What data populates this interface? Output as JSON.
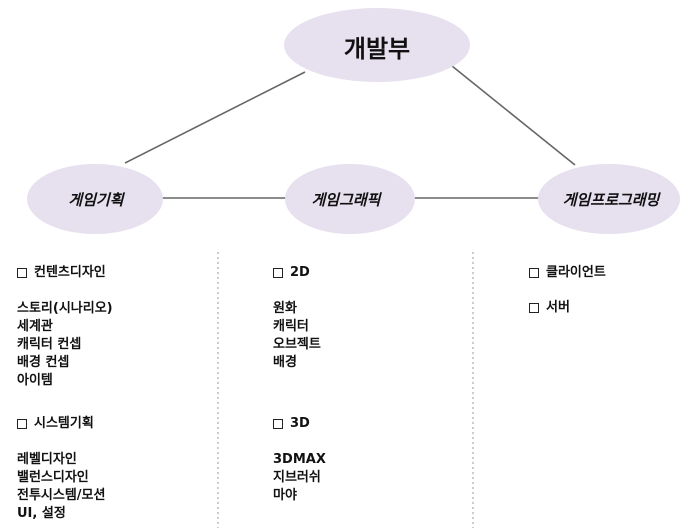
{
  "root": {
    "label": "개발부"
  },
  "nodes": {
    "planning": {
      "label": "게임기획"
    },
    "graphics": {
      "label": "게임그래픽"
    },
    "programming": {
      "label": "게임프로그래밍"
    }
  },
  "columns": {
    "planning": {
      "groups": [
        {
          "title": "컨텐츠디자인",
          "items": [
            "스토리(시나리오)",
            "세계관",
            "캐릭터 컨셉",
            "배경 컨셉",
            "아이템"
          ]
        },
        {
          "title": "시스템기획",
          "items": [
            "레벨디자인",
            "밸런스디자인",
            "전투시스템/모션",
            "UI, 설정"
          ]
        }
      ]
    },
    "graphics": {
      "groups": [
        {
          "title": "2D",
          "items": [
            "원화",
            "캐릭터",
            "오브젝트",
            "배경"
          ]
        },
        {
          "title": "3D",
          "items": [
            "3DMAX",
            "지브러쉬",
            "마야"
          ]
        }
      ]
    },
    "programming": {
      "groups": [
        {
          "title": "클라이언트",
          "items": []
        },
        {
          "title": "서버",
          "items": []
        }
      ]
    }
  },
  "colors": {
    "node_fill": "#e6e0ef",
    "line": "#666666",
    "divider": "#9a9a9a"
  }
}
